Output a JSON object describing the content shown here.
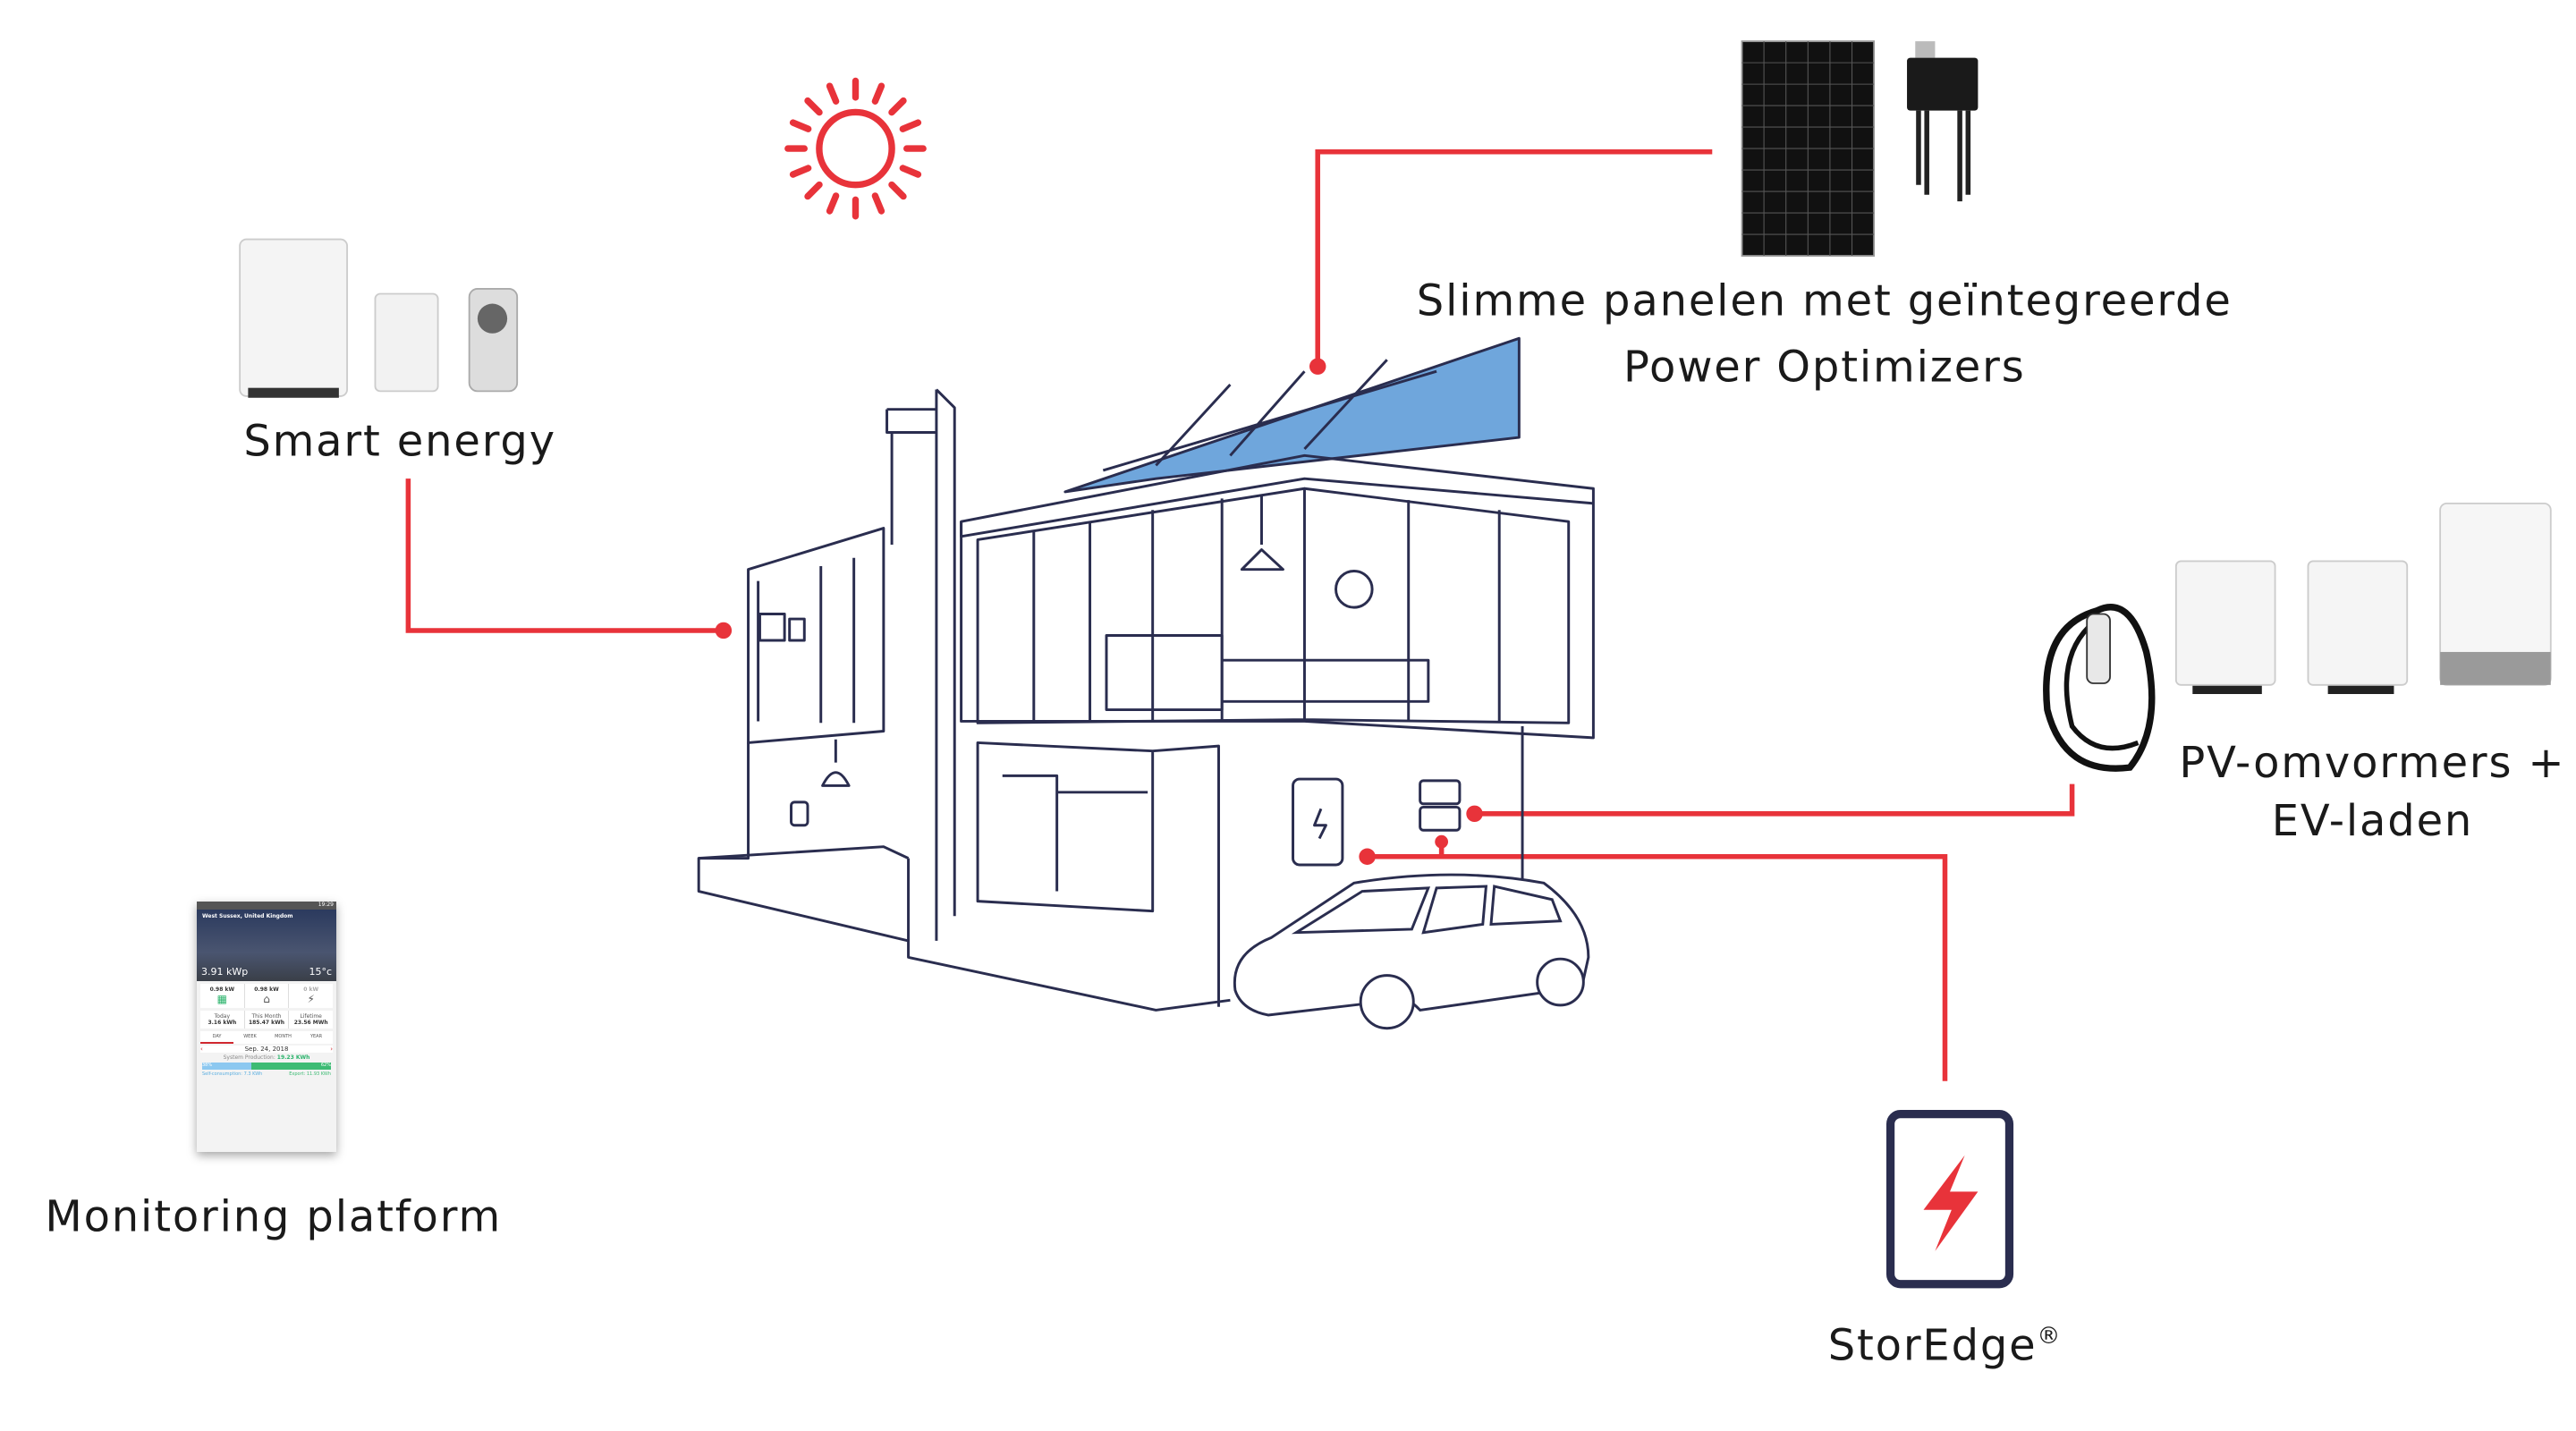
{
  "labels": {
    "panels_line1": "Slimme panelen met geïntegreerde",
    "panels_line2": "Power Optimizers",
    "smart_energy": "Smart energy",
    "inverters_line1": "PV-omvormers +",
    "inverters_line2": "EV-laden",
    "storedge": "StorEdge",
    "storedge_mark": "®",
    "monitoring": "Monitoring platform"
  },
  "phone": {
    "time": "19:29",
    "location": "West Sussex, United Kingdom",
    "kwp": "3.91 kWp",
    "temp": "15°c",
    "flows": [
      {
        "value": "0.98 kW"
      },
      {
        "value": "0.98 kW"
      },
      {
        "value": "0 kW"
      }
    ],
    "stats": [
      {
        "label": "Today",
        "value": "3.16 kWh"
      },
      {
        "label": "This Month",
        "value": "185.47 kWh"
      },
      {
        "label": "Lifetime",
        "value": "23.56 MWh"
      }
    ],
    "tabs": [
      "DAY",
      "WEEK",
      "MONTH",
      "YEAR"
    ],
    "date": "Sep. 24, 2018",
    "production_label": "System Production:",
    "production_value": "19.23 KWh",
    "self_pct": "38%",
    "export_pct": "62%",
    "self_consumption": "Self-consumption: 7.3 KWh",
    "export": "Export: 11.93 KWh"
  },
  "colors": {
    "accent": "#e8333a",
    "line": "#2a2d4f",
    "panel": "#6fa6dc"
  }
}
